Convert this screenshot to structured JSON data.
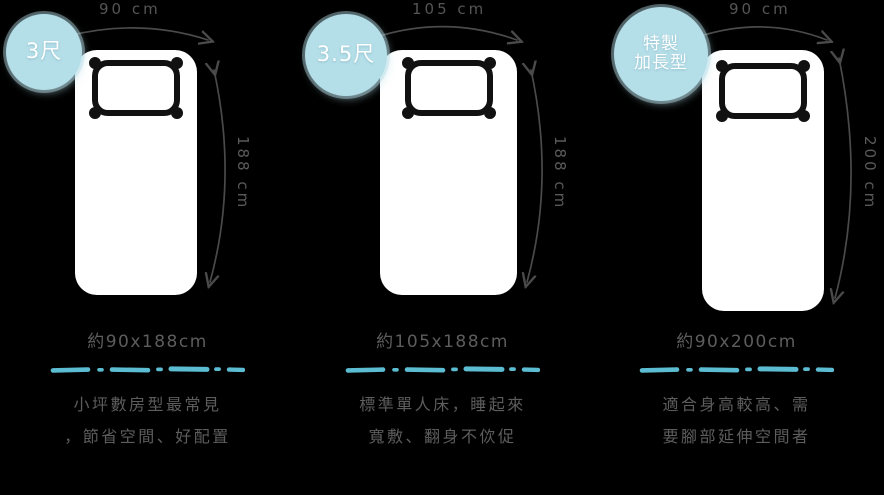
{
  "theme": {
    "background": "#000000",
    "accent_blue": "#5bbcd2",
    "badge_fill": "#b4dee8",
    "mattress_fill": "#ffffff",
    "outline": "#111111",
    "text_gray": "#5d5d5d"
  },
  "panels": [
    {
      "badge": {
        "lines": [
          "3尺"
        ],
        "font_size": 21
      },
      "top_dim": "90 cm",
      "side_dim": "188 cm",
      "size_text": "約90x188cm",
      "desc_lines": [
        "小坪數房型最常見",
        "，節省空間、好配置"
      ]
    },
    {
      "badge": {
        "lines": [
          "3.5尺"
        ],
        "font_size": 21
      },
      "top_dim": "105 cm",
      "side_dim": "188 cm",
      "size_text": "約105x188cm",
      "desc_lines": [
        "標準單人床，睡起來",
        "寬敷、翻身不佽促"
      ]
    },
    {
      "badge": {
        "lines": [
          "特製",
          "加長型"
        ],
        "font_size": 17
      },
      "top_dim": "90 cm",
      "side_dim": "200 cm",
      "size_text": "約90x200cm",
      "desc_lines": [
        "適合身高較高、需",
        "要腳部延伸空間者"
      ]
    }
  ]
}
